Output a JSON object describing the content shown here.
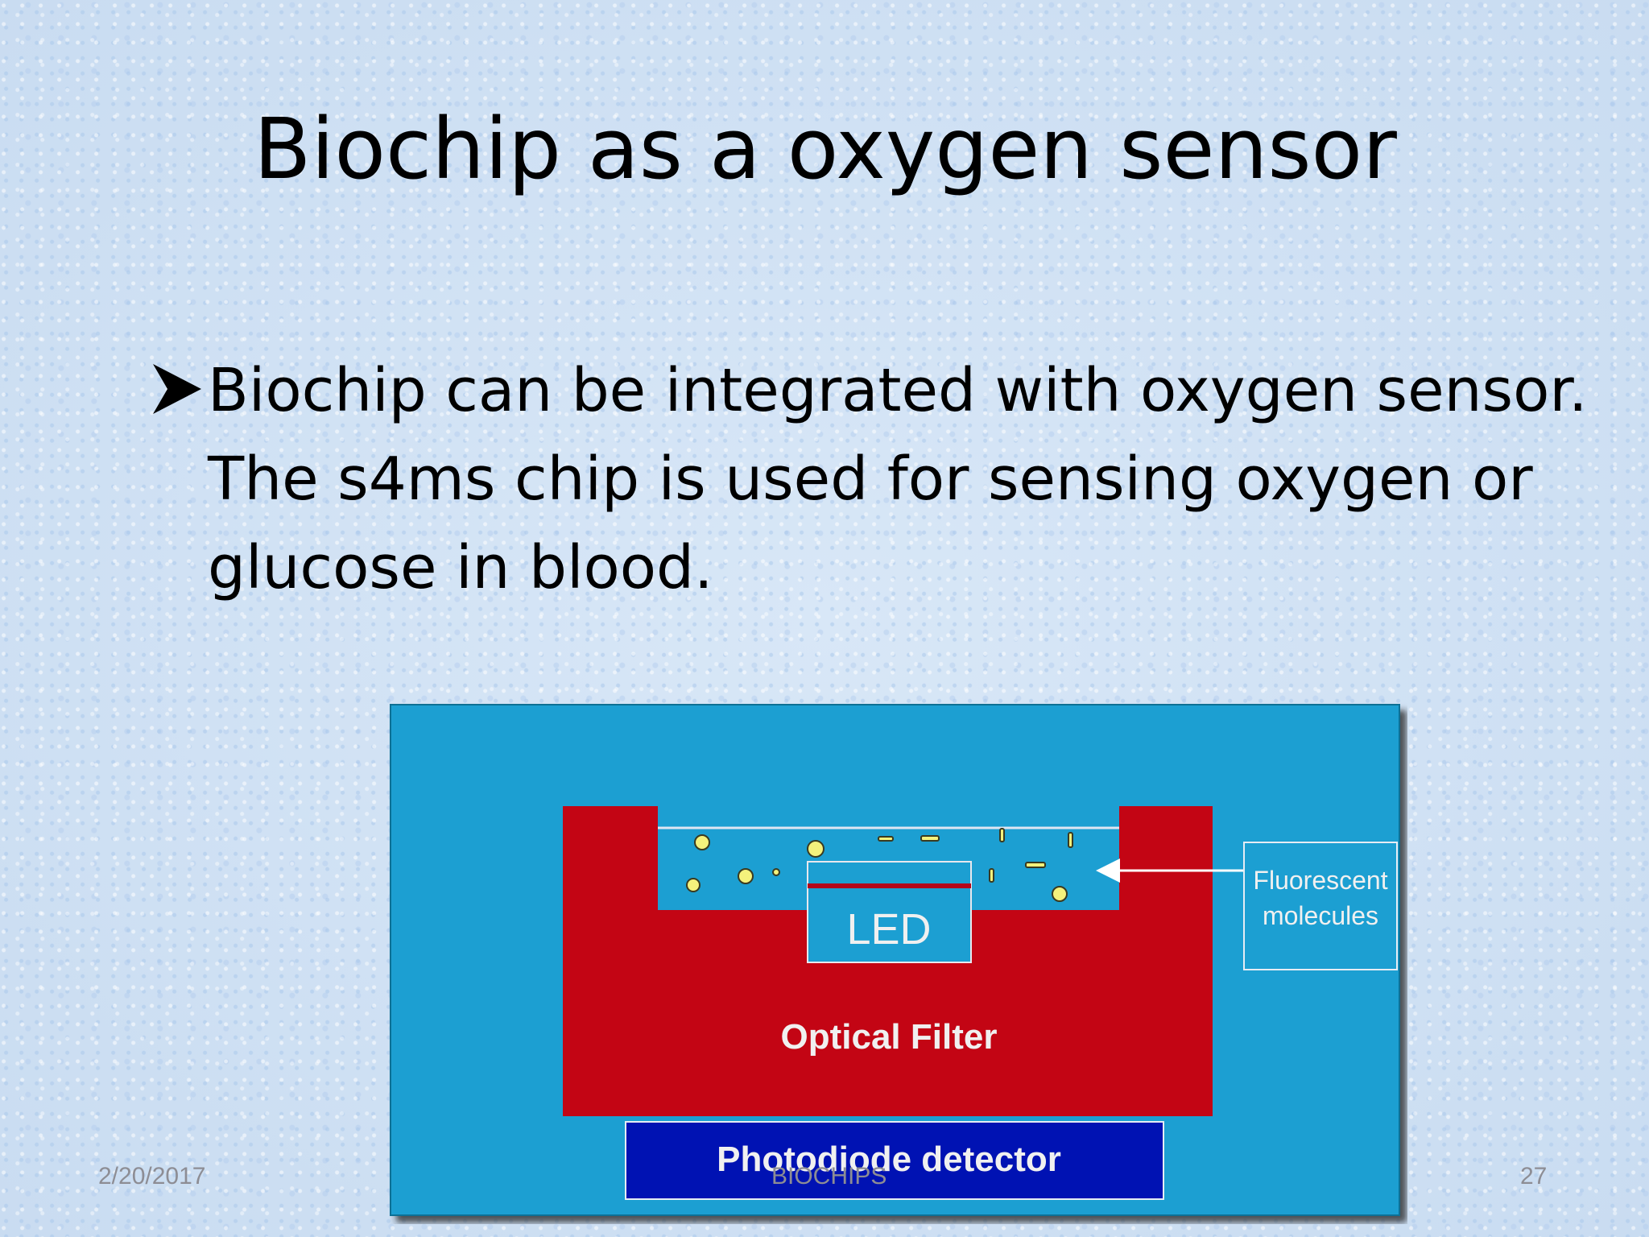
{
  "slide": {
    "title": "Biochip as a oxygen sensor",
    "bullet_text": "Biochip can be integrated with oxygen sensor. The s4ms chip is used for sensing oxygen or glucose in blood.",
    "bullet_icon": "arrowhead-bullet-icon"
  },
  "diagram": {
    "labels": {
      "led": "LED",
      "filter": "Optical Filter",
      "detector": "Photodiode detector",
      "fluorescent_line1": "Fluorescent",
      "fluorescent_line2": "molecules"
    },
    "colors": {
      "background": "#1c9fd2",
      "filter": "#c30514",
      "detector": "#0012b3",
      "molecule": "#f4f27c",
      "label_text": "#f0f0f0"
    }
  },
  "footer": {
    "date": "2/20/2017",
    "center": "BIOCHIPS",
    "page": "27"
  }
}
